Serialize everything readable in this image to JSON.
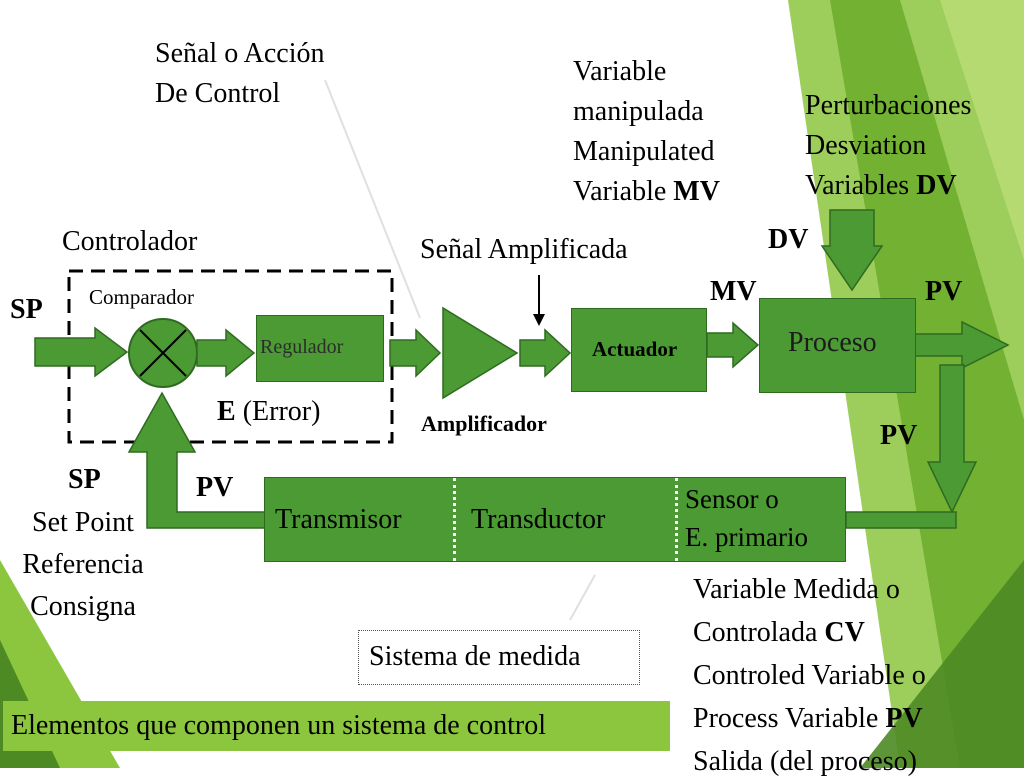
{
  "slide": {
    "title": "Elementos que componen un sistema de control",
    "colors": {
      "block": "#4b9a34",
      "block_border": "#2f6a21",
      "accent_light": "#8cc63f",
      "accent_dark": "#4e8a23"
    }
  },
  "labels": {
    "senal_control": [
      "Señal o Acción",
      "De Control"
    ],
    "variable_manipulada": [
      "Variable",
      "manipulada",
      "Manipulated",
      "Variable "
    ],
    "variable_manipulada_bold": "MV",
    "perturbaciones": [
      "Perturbaciones",
      "Desviation",
      "Variables "
    ],
    "perturbaciones_bold": "DV",
    "controlador": "Controlador",
    "comparador": "Comparador",
    "senal_amplificada": "Señal Amplificada",
    "dv": "DV",
    "mv": "MV",
    "pv_out": "PV",
    "pv_feedback": "PV",
    "pv_bottom": "PV",
    "sp_top": "SP",
    "sp_bottom": "SP",
    "set_point": [
      "Set Point",
      "Referencia",
      "Consigna"
    ],
    "error_bold": "E",
    "error_rest": " (Error)",
    "amplificador": "Amplificador",
    "variable_medida": [
      "Variable Medida o",
      "Controlada ",
      "Controled Variable o",
      "Process Variable ",
      "Salida (del proceso)"
    ],
    "variable_medida_bold": [
      "CV",
      "PV"
    ],
    "sistema_medida": "Sistema de medida"
  },
  "blocks": {
    "regulador": "Regulador",
    "actuador": "Actuador",
    "proceso": "Proceso",
    "transmisor": "Transmisor",
    "transductor": "Transductor",
    "sensor": [
      "Sensor o",
      "E. primario"
    ]
  }
}
